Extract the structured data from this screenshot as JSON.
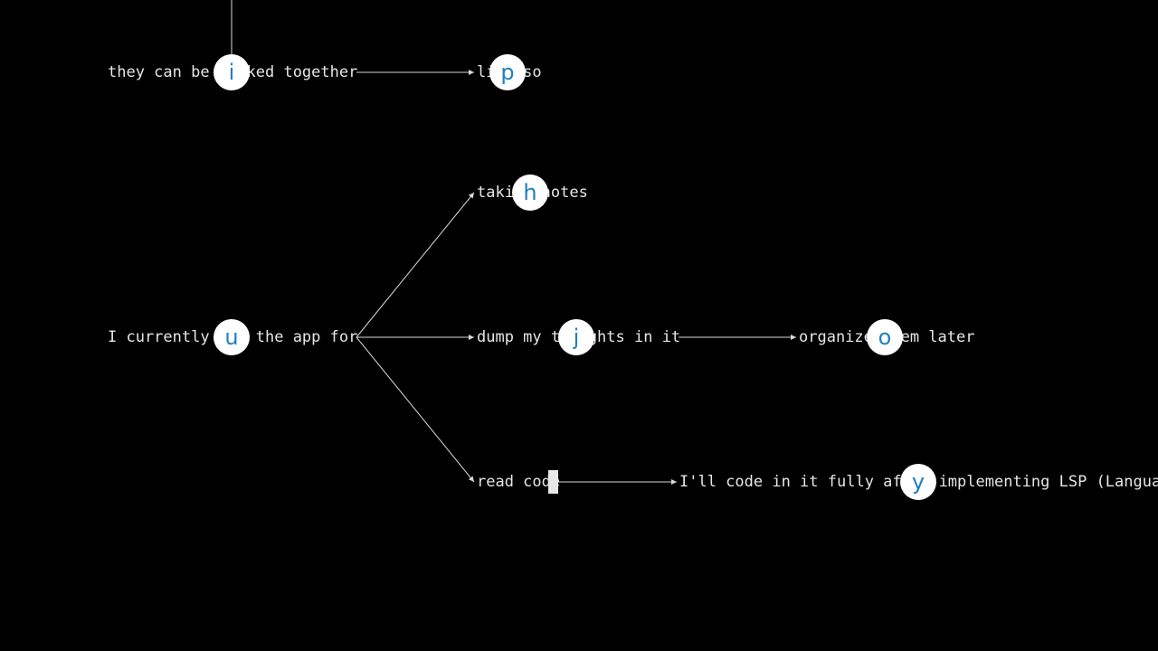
{
  "colors": {
    "background": "#000000",
    "text": "#e6e6e6",
    "edge": "#d9d9d9",
    "hint_bg": "#ffffff",
    "hint_text": "#1f7fc0"
  },
  "nodes": {
    "linked_together": "they can be linked together",
    "like_so": "like so",
    "taking_notes": "taking notes",
    "use_the_app": "I currently use the app for",
    "dump_thoughts": "dump my thoughts in it",
    "organize_later": "organize them later",
    "read_code": "read code",
    "code_after_lsp": "I'll code in it fully after implementing LSP (Language Server Protocol)"
  },
  "hints": {
    "linked_together": "i",
    "like_so": "p",
    "taking_notes": "h",
    "use_the_app": "u",
    "dump_thoughts": "j",
    "organize_later": "o",
    "code_after_lsp": "y"
  }
}
